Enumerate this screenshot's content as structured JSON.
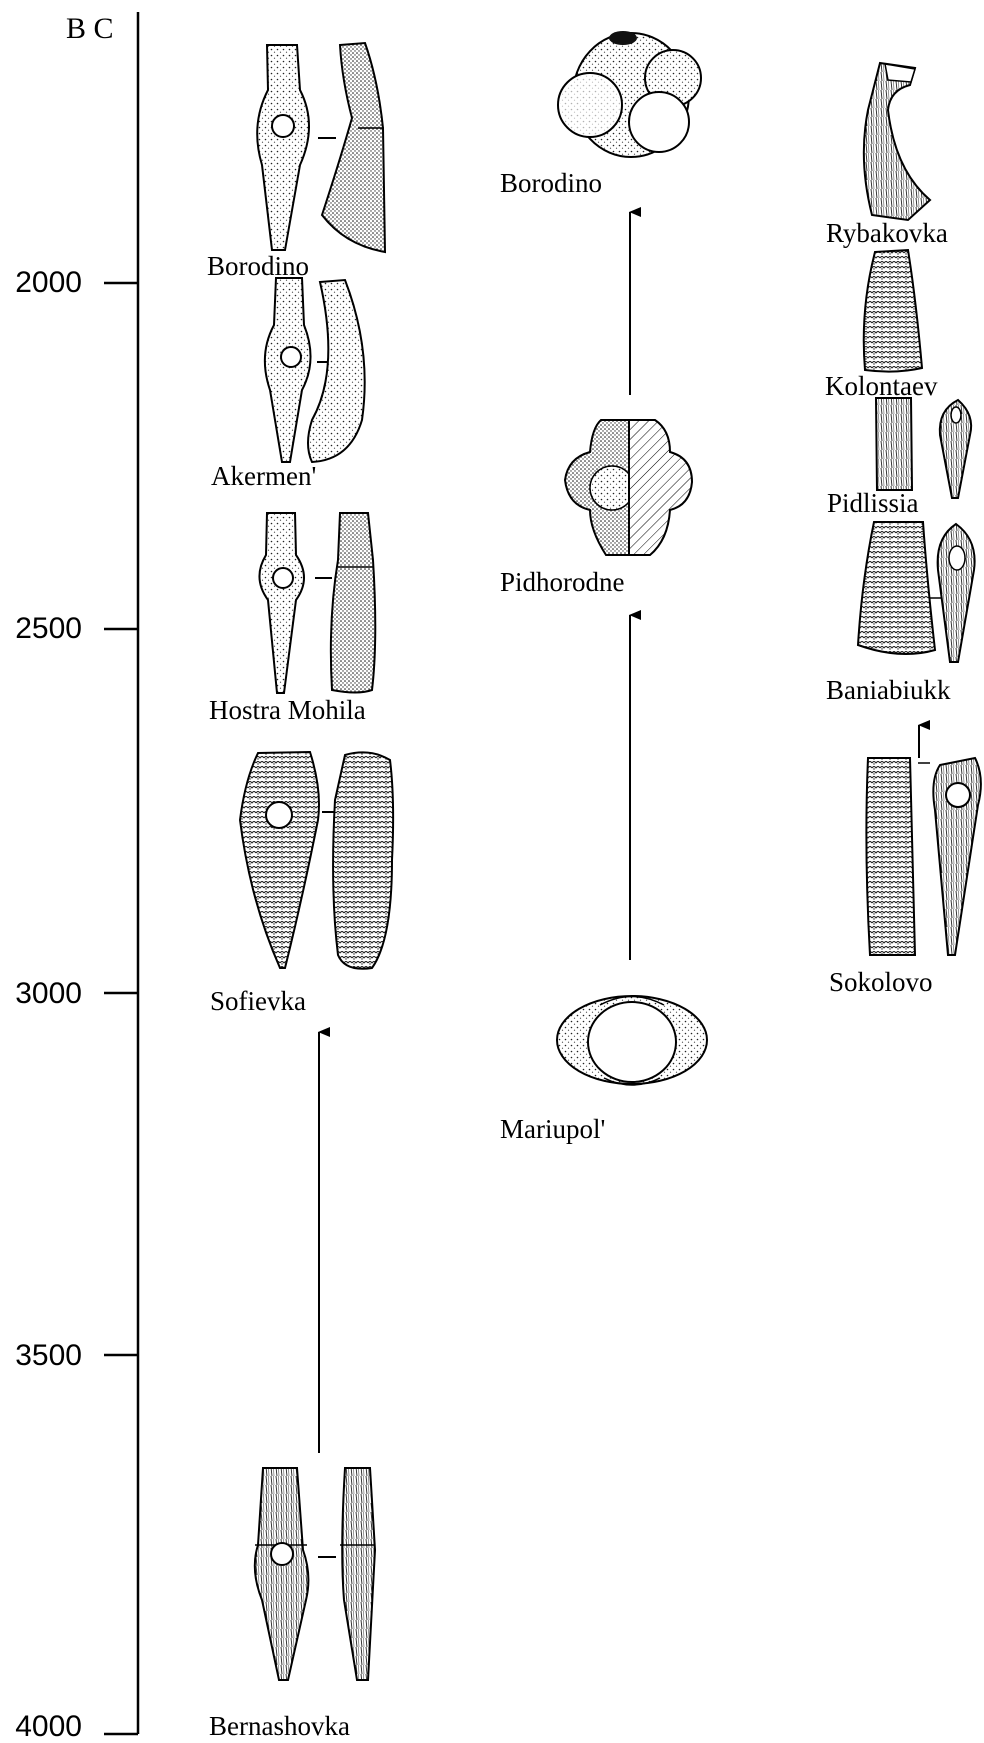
{
  "axis": {
    "unit_label": "B C",
    "ticks": [
      "2000",
      "2500",
      "3000",
      "3500",
      "4000"
    ]
  },
  "columns": {
    "shaft_hole_axes": [
      "Borodino",
      "Akermen'",
      "Hostra Mohila",
      "Sofievka",
      "Bernashovka"
    ],
    "mace_heads": [
      "Borodino",
      "Pidhorodne",
      "Mariupol'"
    ],
    "flat_axes": [
      "Rybakovka",
      "Kolontaev",
      "Pidlissia",
      "Baniabiukk",
      "Sokolovo"
    ]
  }
}
